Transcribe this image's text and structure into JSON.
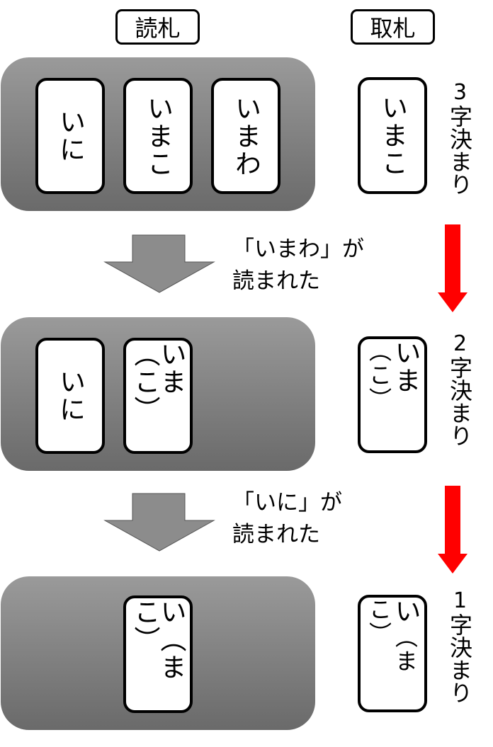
{
  "headers": {
    "yomifuda": "読札",
    "torifuda": "取札"
  },
  "stages": [
    {
      "yomi_cards": [
        "いに",
        "いまこ",
        "いまわ"
      ],
      "tori_card": {
        "main": "いまこ",
        "paren": ""
      },
      "kimari_num": "3",
      "kimari_label": "字決まり"
    },
    {
      "yomi_cards": [
        "いに",
        "いま（こ）"
      ],
      "tori_card": {
        "main": "いま",
        "paren": "（こ）"
      },
      "kimari_num": "2",
      "kimari_label": "字決まり"
    },
    {
      "yomi_cards": [
        "い（まこ）"
      ],
      "tori_card": {
        "main": "い",
        "paren": "（まこ）"
      },
      "kimari_num": "1",
      "kimari_label": "字決まり"
    }
  ],
  "transitions": [
    {
      "line1": "「いまわ」が",
      "line2": "読まれた"
    },
    {
      "line1": "「いに」が",
      "line2": "読まれた"
    }
  ],
  "colors": {
    "panel": "#808080",
    "gray_arrow": "#8c8c8c",
    "red_arrow": "#ff0000"
  },
  "icons": {
    "gray_arrow": "down-arrow-icon",
    "red_arrow": "down-arrow-icon"
  }
}
